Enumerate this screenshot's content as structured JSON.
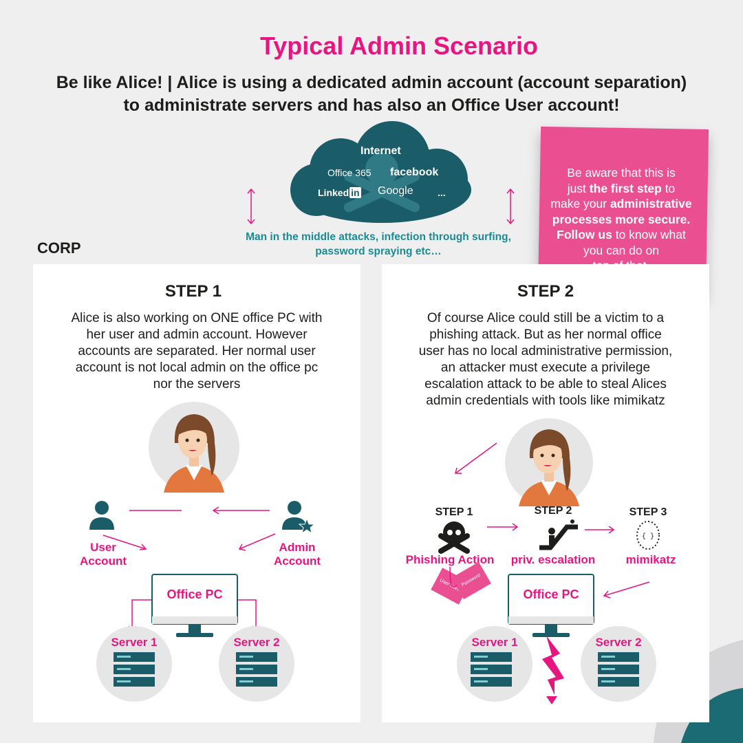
{
  "header": {
    "title": "Typical Admin Scenario",
    "subtitle_line1": "Be like Alice! | Alice is using a dedicated admin account (account separation)",
    "subtitle_line2": "to administrate servers and has also an Office User account!"
  },
  "cloud": {
    "title": "Internet",
    "services": [
      "Office 365",
      "facebook",
      "Linked",
      "in",
      "Google",
      "..."
    ],
    "threat_line1": "Man in the middle attacks, infection through surfing,",
    "threat_line2": "password spraying etc…"
  },
  "sticky_note": {
    "line1": "Be aware that this is",
    "line2_a": "just ",
    "line2_b": "the first step",
    "line2_c": " to",
    "line3_a": "make your ",
    "line3_b": "administrative",
    "line4": "processes more secure.",
    "line5_a": "Follow us",
    "line5_b": " to know what",
    "line6": "you can do on",
    "line7": "top of that."
  },
  "corp_label": "CORP",
  "step1": {
    "heading": "STEP 1",
    "text": [
      "Alice is also working on ONE office PC with",
      "her user and admin account. However",
      "accounts are separated. Her normal user",
      "account is not local admin on the office pc",
      "nor the servers"
    ],
    "user_account": [
      "User",
      "Account"
    ],
    "admin_account": [
      "Admin",
      "Account"
    ],
    "office_pc": "Office PC",
    "server1": "Server 1",
    "server2": "Server 2"
  },
  "step2": {
    "heading": "STEP 2",
    "text": [
      "Of course Alice could still be a victim to a",
      "phishing attack. But as her normal office",
      "user has no local administrative permission,",
      "an attacker must execute a privilege",
      "escalation attack to be able to steal Alices",
      "admin credentials with tools like mimikatz"
    ],
    "sub1_heading": "STEP 1",
    "sub1_label": "Phishing Action",
    "sub2_heading": "STEP 2",
    "sub2_label": "priv. escalation",
    "sub3_heading": "STEP 3",
    "sub3_label": "mimikatz",
    "card_text1": "User Name",
    "card_text2": "Password",
    "office_pc": "Office PC",
    "server1": "Server 1",
    "server2": "Server 2"
  },
  "colors": {
    "accent": "#e6157f",
    "teal": "#1a5d68",
    "note": "#ea4f92"
  }
}
